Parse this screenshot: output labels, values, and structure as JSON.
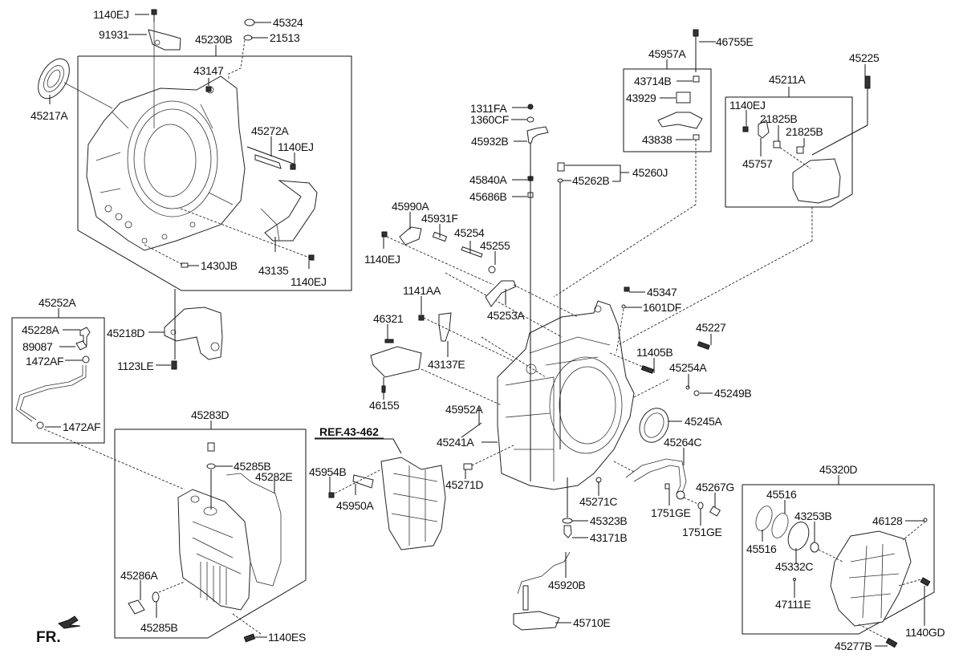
{
  "diagram": {
    "title": "Transmission case exploded parts diagram",
    "reference": "REF.43-462",
    "direction_marker": "FR.",
    "groups": {
      "converter_housing": {
        "label": "45230B",
        "parts": [
          "43147",
          "45272A",
          "1140EJ",
          "1430JB",
          "43135",
          "1140EJ"
        ]
      },
      "breather_hose": {
        "label": "45252A",
        "parts": [
          "45228A",
          "89087",
          "1472AF",
          "1472AF"
        ]
      },
      "oil_pan": {
        "label": "45283D",
        "parts": [
          "45285B",
          "45282E",
          "45286A",
          "45285B"
        ]
      },
      "bracket_kit": {
        "label": "45957A",
        "parts": [
          "43714B",
          "43929",
          "43838"
        ]
      },
      "cover_kit": {
        "label": "45211A",
        "parts": [
          "1140EJ",
          "21825B",
          "21825B",
          "45757"
        ]
      },
      "rear_cover": {
        "label": "45320D",
        "parts": [
          "45516",
          "45516",
          "43253B",
          "45332C",
          "46128",
          "47111E"
        ]
      },
      "plug_set": {
        "label": "45260J",
        "parts": [
          "45262B"
        ]
      }
    },
    "labels": {
      "l_1140EJ_top": "1140EJ",
      "l_91931": "91931",
      "l_45324": "45324",
      "l_21513": "21513",
      "l_45230B": "45230B",
      "l_43147": "43147",
      "l_45217A": "45217A",
      "l_45272A": "45272A",
      "l_1140EJ_a": "1140EJ",
      "l_1430JB": "1430JB",
      "l_43135": "43135",
      "l_1140EJ_b": "1140EJ",
      "l_45252A": "45252A",
      "l_45228A": "45228A",
      "l_89087": "89087",
      "l_1472AF_a": "1472AF",
      "l_1472AF_b": "1472AF",
      "l_45218D": "45218D",
      "l_1123LE": "1123LE",
      "l_45283D": "45283D",
      "l_45285B_a": "45285B",
      "l_45282E": "45282E",
      "l_45286A": "45286A",
      "l_45285B_b": "45285B",
      "l_1140ES": "1140ES",
      "l_45954B": "45954B",
      "l_45950A": "45950A",
      "l_1311FA": "1311FA",
      "l_1360CF": "1360CF",
      "l_45932B": "45932B",
      "l_45840A": "45840A",
      "l_45686B": "45686B",
      "l_45262B": "45262B",
      "l_45260J": "45260J",
      "l_45990A": "45990A",
      "l_45931F": "45931F",
      "l_45254": "45254",
      "l_45255": "45255",
      "l_1140EJ_c": "1140EJ",
      "l_1141AA": "1141AA",
      "l_45253A": "45253A",
      "l_46321": "46321",
      "l_43137E": "43137E",
      "l_46155": "46155",
      "l_45952A": "45952A",
      "l_45241A": "45241A",
      "l_45271D": "45271D",
      "l_46755E": "46755E",
      "l_45957A": "45957A",
      "l_43714B": "43714B",
      "l_43929": "43929",
      "l_43838": "43838",
      "l_45225": "45225",
      "l_45211A": "45211A",
      "l_1140EJ_d": "1140EJ",
      "l_21825B_a": "21825B",
      "l_21825B_b": "21825B",
      "l_45757": "45757",
      "l_45347": "45347",
      "l_1601DF": "1601DF",
      "l_45227": "45227",
      "l_11405B": "11405B",
      "l_45254A": "45254A",
      "l_45249B": "45249B",
      "l_45245A": "45245A",
      "l_45264C": "45264C",
      "l_45267G": "45267G",
      "l_1751GE_a": "1751GE",
      "l_1751GE_b": "1751GE",
      "l_45271C": "45271C",
      "l_45323B": "45323B",
      "l_43171B": "43171B",
      "l_45920B": "45920B",
      "l_45710E": "45710E",
      "l_45320D": "45320D",
      "l_45516_a": "45516",
      "l_45516_b": "45516",
      "l_43253B": "43253B",
      "l_45332C": "45332C",
      "l_46128": "46128",
      "l_47111E": "47111E",
      "l_1140GD": "1140GD",
      "l_45277B": "45277B"
    }
  }
}
